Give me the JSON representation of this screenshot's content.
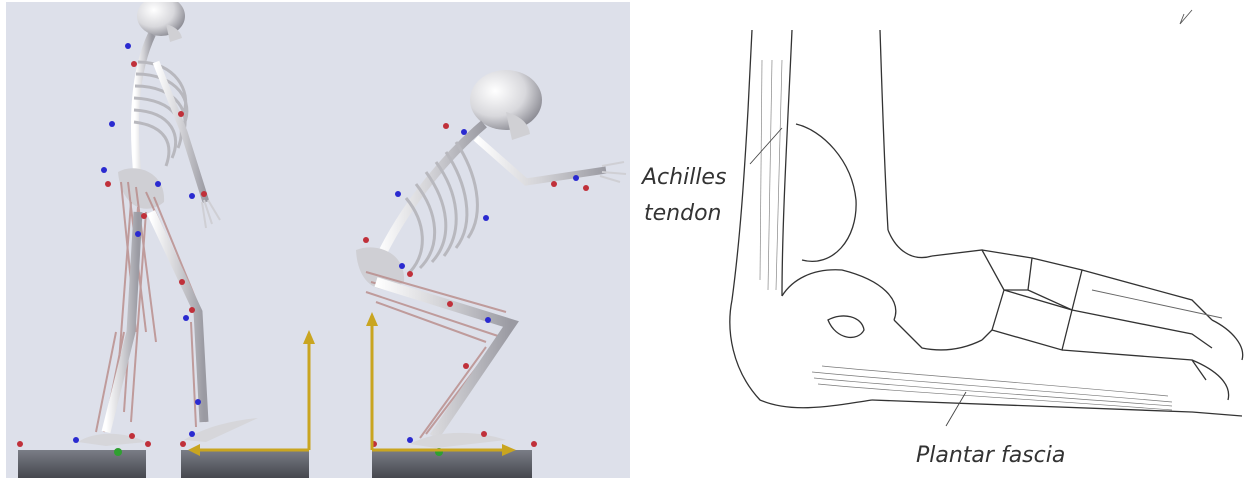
{
  "figure": {
    "left_panel": {
      "description_items": [
        "standing-skeleton",
        "squatting-skeleton",
        "force-plates",
        "coordinate-axes"
      ],
      "colors": {
        "background": "#dde0ea",
        "bone": "#e6e6e6",
        "muscle": "#b88a88",
        "marker_red": "#c0303a",
        "marker_blue": "#2a2ad0",
        "axis": "#c9a520",
        "plate": "#5a5d66",
        "cop_marker": "#2fa030"
      }
    },
    "right_panel": {
      "labels": {
        "achilles_line1": "Achilles",
        "achilles_line2": "tendon",
        "plantar": "Plantar fascia"
      },
      "colors": {
        "ink": "#333333"
      }
    }
  }
}
